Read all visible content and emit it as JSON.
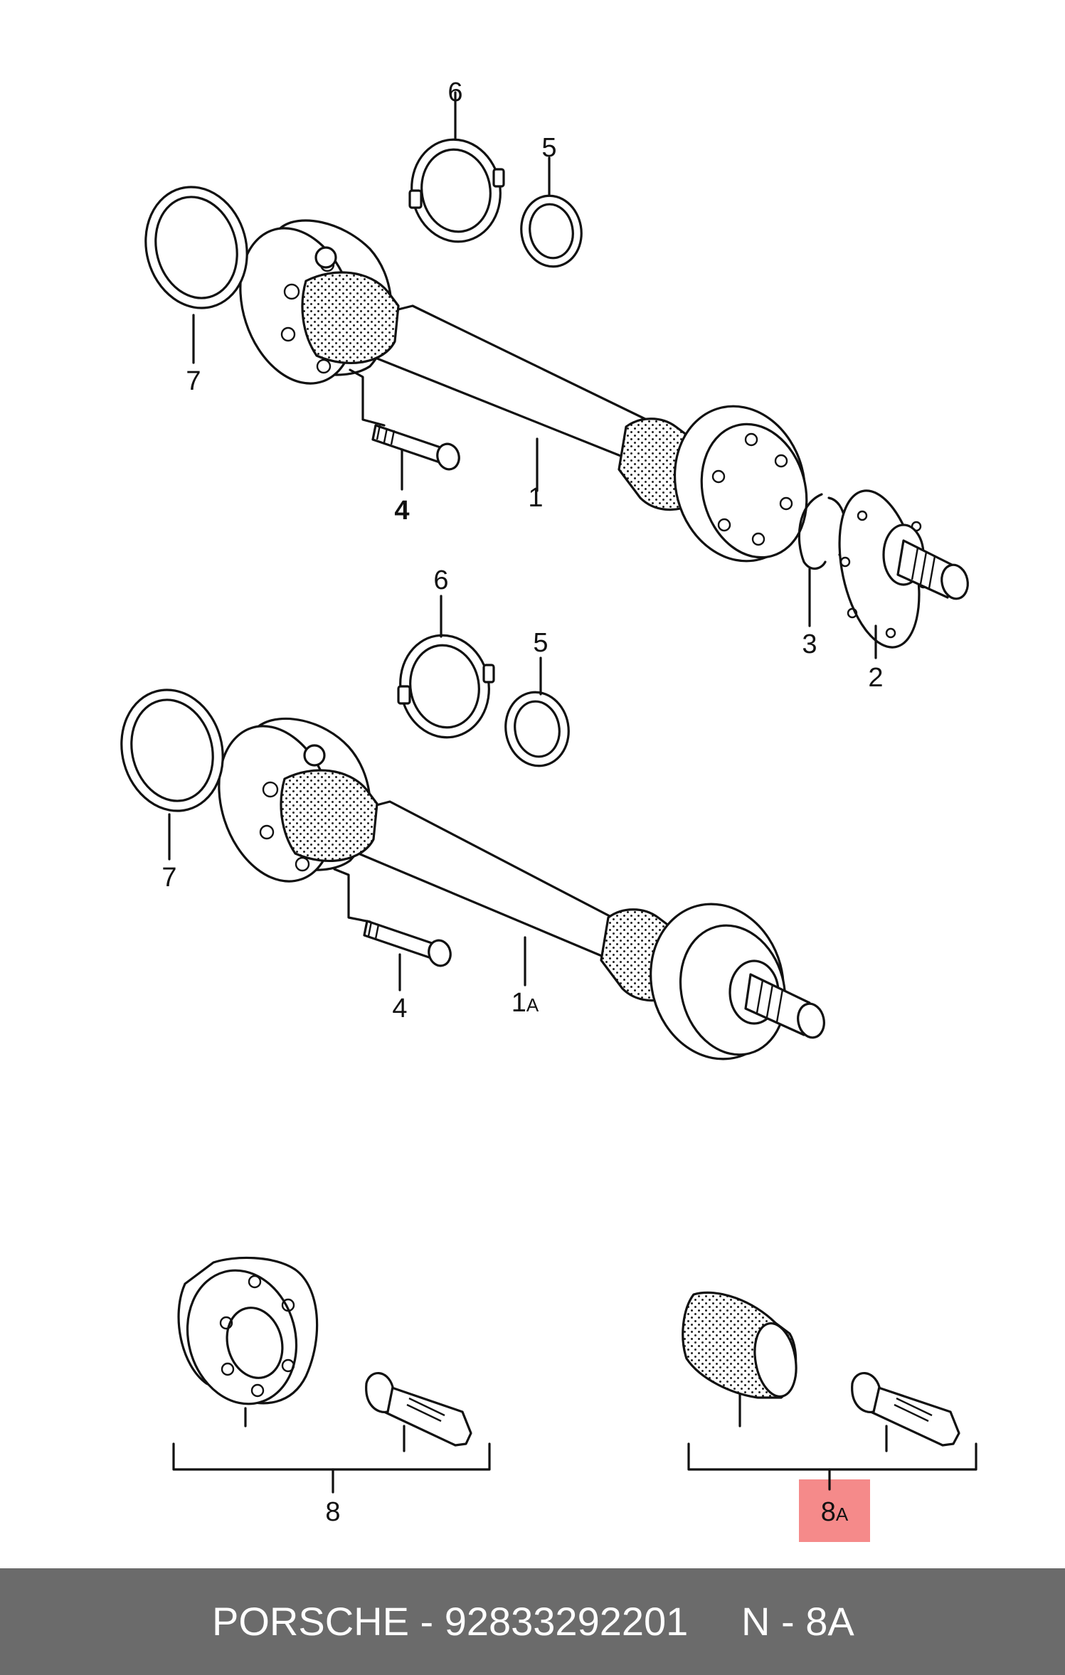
{
  "callouts": {
    "c6a": "6",
    "c5a": "5",
    "c7a": "7",
    "c4a": "4",
    "c1": "1",
    "c3": "3",
    "c2": "2",
    "c6b": "6",
    "c5b": "5",
    "c7b": "7",
    "c4b": "4",
    "c1A_num": "1",
    "c1A_suf": "A",
    "c8": "8",
    "c8A_num": "8",
    "c8A_suf": "A"
  },
  "highlight_color": "#f58a8a",
  "footer": {
    "brand_line": "PORSCHE - 92833292201",
    "ref": "N - 8A"
  }
}
